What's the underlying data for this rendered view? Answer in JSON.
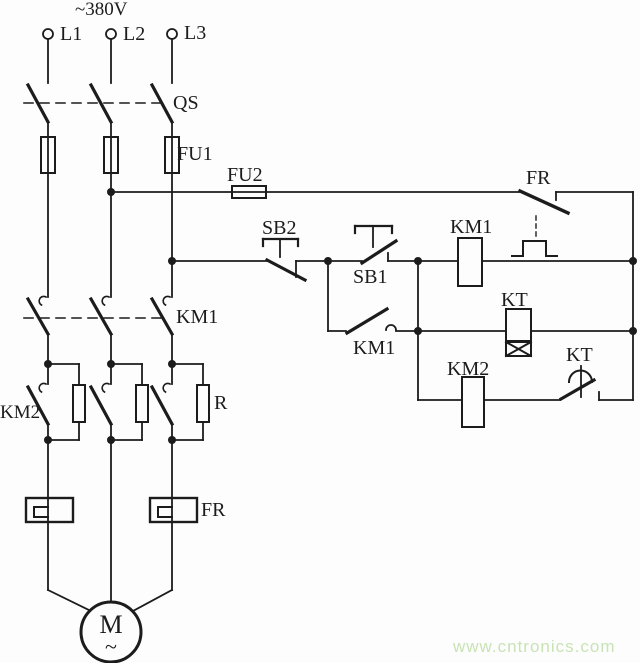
{
  "supply_label": "~380V",
  "phases": [
    "L1",
    "L2",
    "L3"
  ],
  "components": {
    "qs": "QS",
    "fu1": "FU1",
    "fu2": "FU2",
    "sb2": "SB2",
    "sb1": "SB1",
    "fr_contact": "FR",
    "km1_coil": "KM1",
    "km1_aux": "KM1",
    "km1_main": "KM1",
    "kt_coil": "KT",
    "kt_contact": "KT",
    "km2_coil": "KM2",
    "km2_main": "KM2",
    "resistor": "R",
    "fr_heater": "FR",
    "motor": "M",
    "motor_ac": "~"
  },
  "watermark": "www.cntronics.com",
  "colors": {
    "ink": "#1c1c1c",
    "background": "#fdfdfd",
    "watermark": "#c8e3b5"
  }
}
